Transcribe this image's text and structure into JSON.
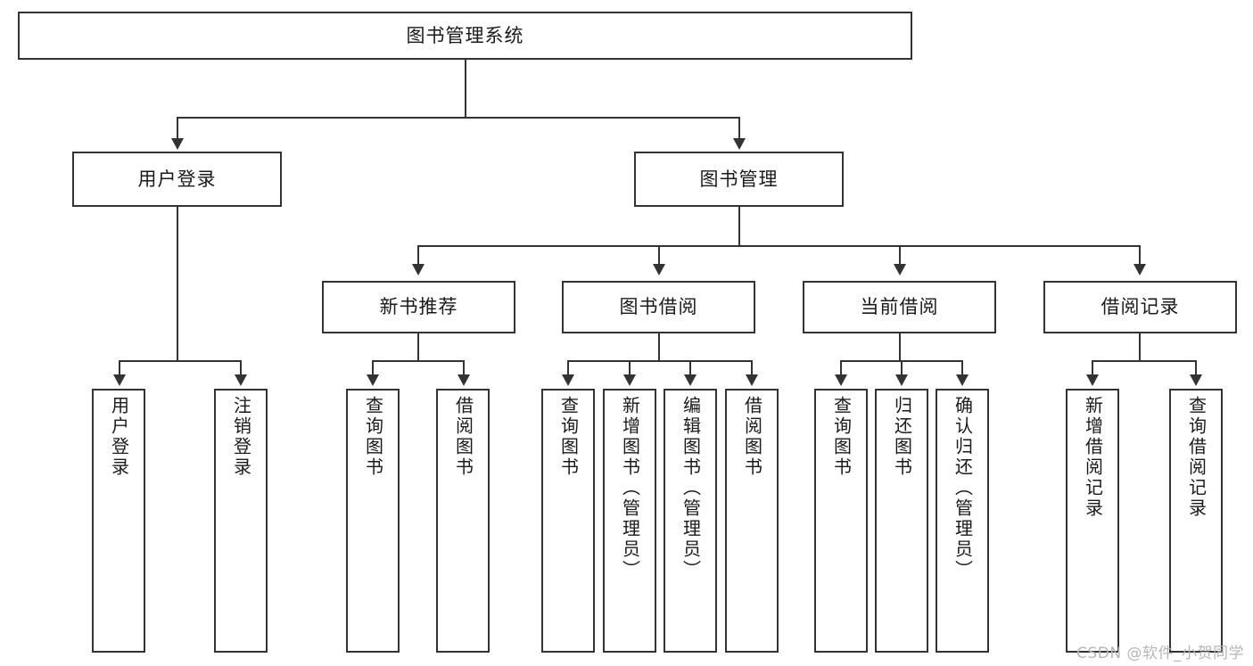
{
  "diagram": {
    "title": "图书管理系统",
    "type": "tree",
    "root": {
      "label": "图书管理系统"
    },
    "level2": [
      {
        "label": "用户登录"
      },
      {
        "label": "图书管理"
      }
    ],
    "level3": [
      {
        "label": "新书推荐"
      },
      {
        "label": "图书借阅"
      },
      {
        "label": "当前借阅"
      },
      {
        "label": "借阅记录"
      }
    ],
    "leaves": {
      "user_login": [
        {
          "label": "用户登录"
        },
        {
          "label": "注销登录"
        }
      ],
      "new_book_recommend": [
        {
          "label": "查询图书"
        },
        {
          "label": "借阅图书"
        }
      ],
      "book_borrow": [
        {
          "label": "查询图书"
        },
        {
          "label": "新增图书（管理员）"
        },
        {
          "label": "编辑图书（管理员）"
        },
        {
          "label": "借阅图书"
        }
      ],
      "current_borrow": [
        {
          "label": "查询图书"
        },
        {
          "label": "归还图书"
        },
        {
          "label": "确认归还（管理员）"
        }
      ],
      "borrow_record": [
        {
          "label": "新增借阅记录"
        },
        {
          "label": "查询借阅记录"
        }
      ]
    }
  },
  "watermark": {
    "text": "CSDN @软件_小贺同学"
  },
  "colors": {
    "stroke": "#333333",
    "text": "#1a1a1a",
    "background": "#ffffff",
    "watermark": "#b6b6b6"
  }
}
